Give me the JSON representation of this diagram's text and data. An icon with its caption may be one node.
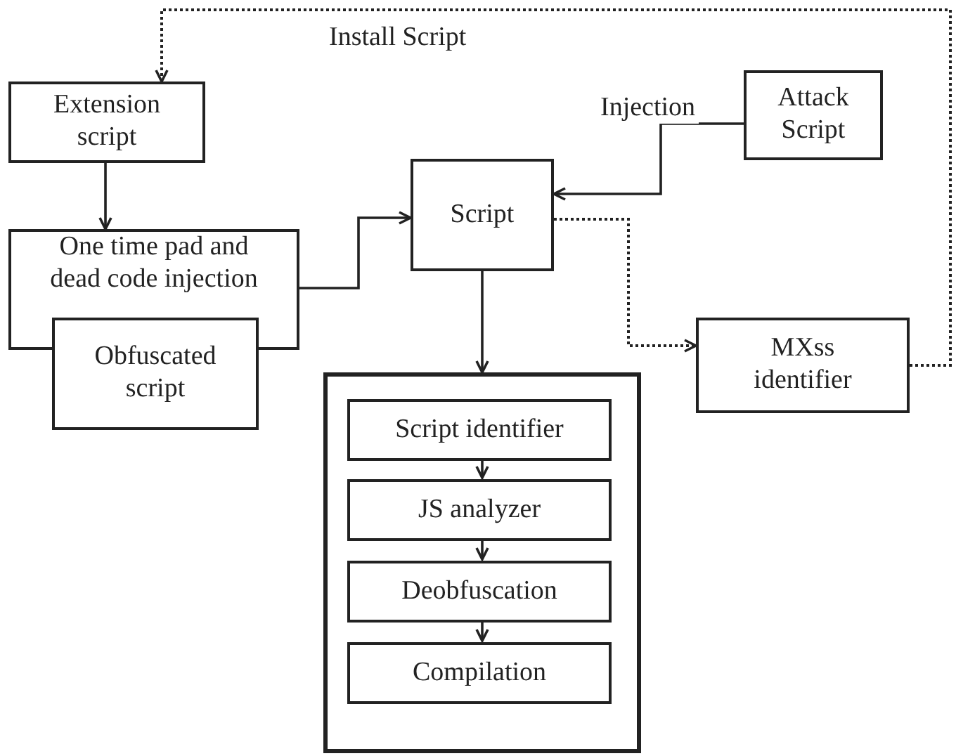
{
  "diagram": {
    "nodes": [
      {
        "text": [
          "Extension script"
        ]
      },
      {
        "text": [
          "One time pad and dead code injection"
        ]
      },
      {
        "text": [
          "Obfuscated script"
        ]
      },
      {
        "text": [
          "Script"
        ]
      },
      {
        "text": [
          "Attack Script"
        ]
      },
      {
        "text": [
          "MXss identifier"
        ]
      },
      {
        "text": [],
        "shape": "box"
      },
      {
        "text": [
          "Script identifier"
        ],
        "in": 6
      },
      {
        "text": [
          "JS analyzer"
        ],
        "in": 6
      },
      {
        "text": [
          "Deobfuscation"
        ],
        "in": 6
      },
      {
        "text": [
          "Compilation"
        ],
        "in": 6
      }
    ],
    "edges": [
      {
        "from": 0,
        "to": 1,
        "arrow": "to"
      },
      {
        "from": 1,
        "to": 3,
        "arrow": "to"
      },
      {
        "from": 4,
        "to": 3,
        "arrow": "to",
        "label": "Injection"
      },
      {
        "from": 3,
        "to": 5,
        "arrow": "to",
        "style": "dashed"
      },
      {
        "from": 3,
        "to": 6,
        "arrow": "to"
      },
      {
        "from": 7,
        "to": 8,
        "arrow": "to"
      },
      {
        "from": 8,
        "to": 9,
        "arrow": "to"
      },
      {
        "from": 9,
        "to": 10,
        "arrow": "to"
      },
      {
        "from": 5,
        "to": 0,
        "arrow": "to",
        "style": "dashed",
        "label": "Install Script"
      }
    ]
  }
}
